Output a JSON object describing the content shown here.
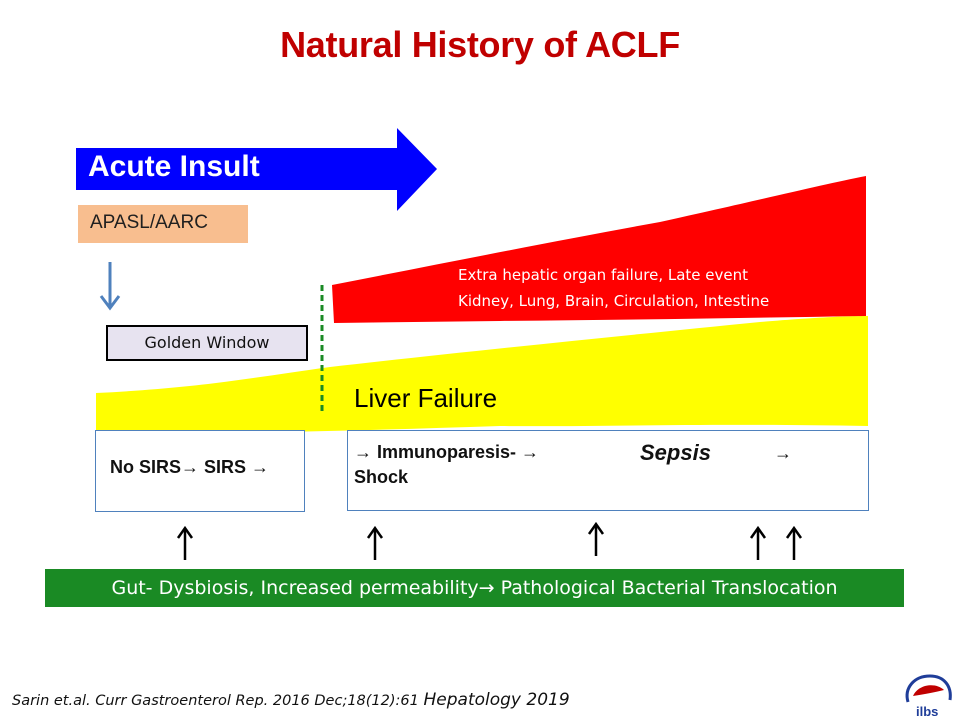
{
  "title": "Natural History of ACLF",
  "acute_insult": "Acute Insult",
  "apasl": "APASL/AARC",
  "golden_window": "Golden Window",
  "liver_failure": "Liver Failure",
  "extra_hepatic": {
    "line1": "Extra hepatic organ failure, Late event",
    "line2": "Kidney, Lung, Brain, Circulation, Intestine"
  },
  "left_box": "No SIRS→ SIRS →",
  "right_box": {
    "line1": "→ Immunoparesis- →",
    "sepsis": "Sepsis",
    "tail_arrow": "→",
    "line2": "Shock"
  },
  "gut_bar": "Gut- Dysbiosis, Increased permeability→ Pathological Bacterial Translocation",
  "citation": {
    "ref": "Sarin et.al. Curr Gastroenterol Rep. 2016 Dec;18(12):61",
    "journal": "Hepatology 2019"
  },
  "logo_text": "ilbs",
  "colors": {
    "title": "#c00000",
    "acute_arrow": "#0000ff",
    "liver_band": "#ffff00",
    "organ_band": "#ff0000",
    "gut_bar": "#1a8a24",
    "apasl_box": "#f8be8f",
    "golden_box": "#e7e3f0"
  }
}
